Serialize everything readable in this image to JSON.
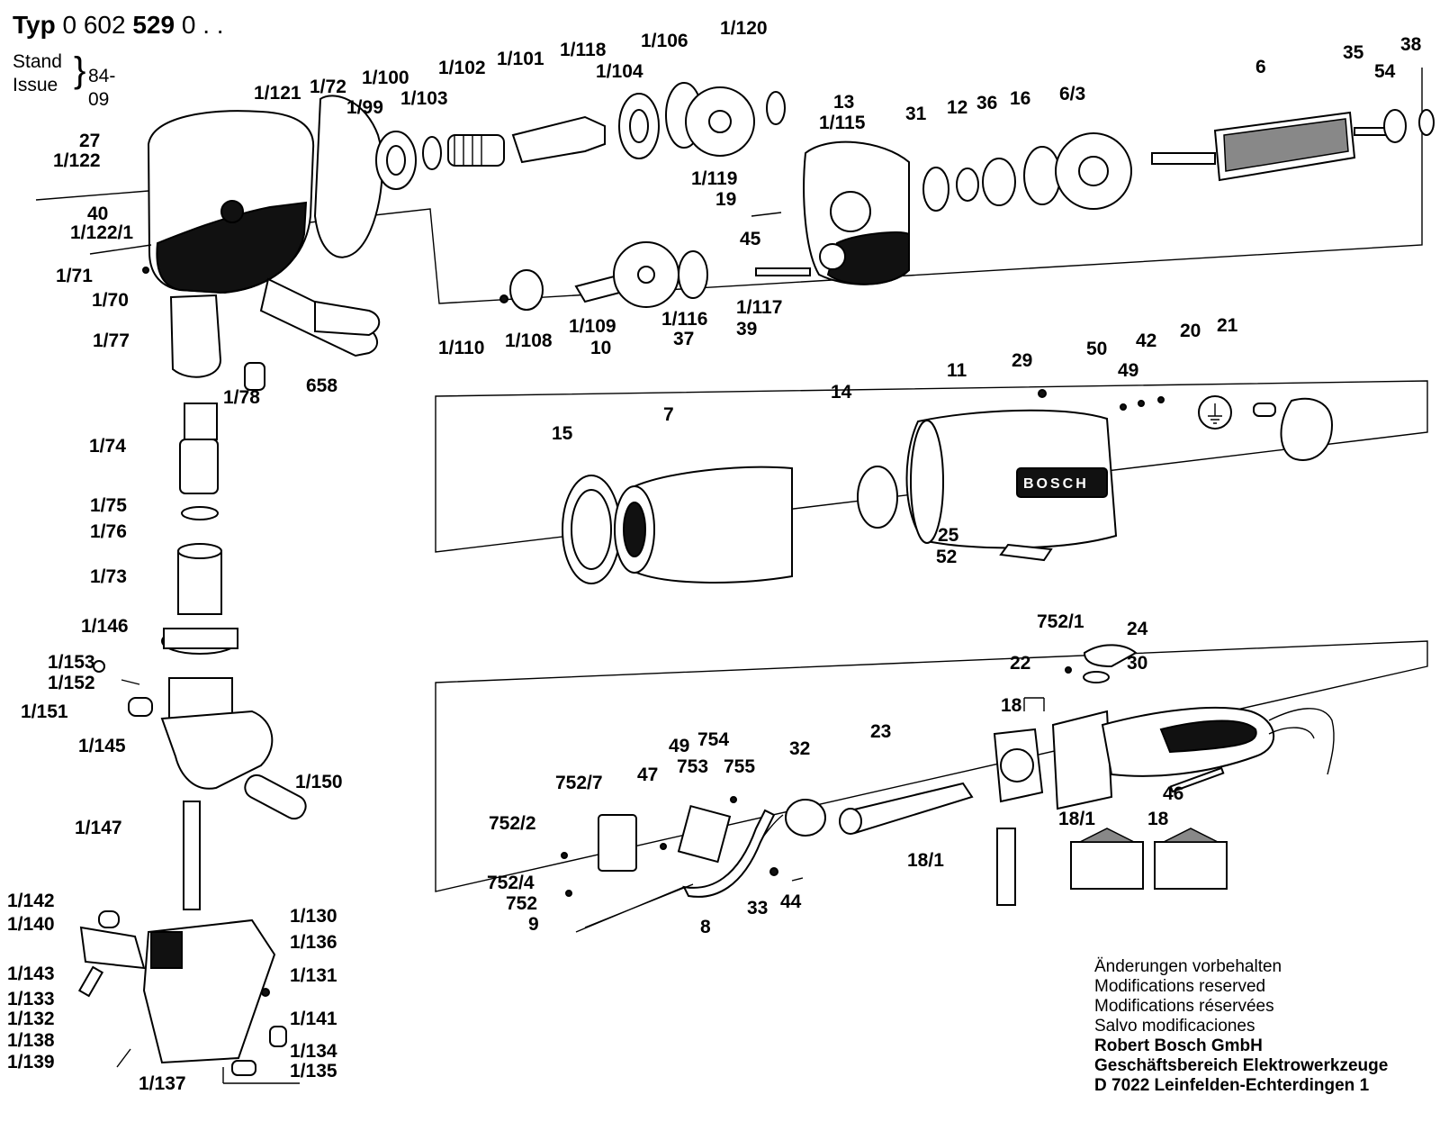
{
  "header": {
    "typ_label": "Typ",
    "typ_prefix": "0 602",
    "typ_bold": "529",
    "typ_suffix": "0 . .",
    "stand_label": "Stand",
    "issue_label": "Issue",
    "date": "84-09"
  },
  "brand_logo": "BOSCH",
  "labels": [
    "1/121",
    "1/72",
    "1/99",
    "1/100",
    "1/103",
    "1/102",
    "1/101",
    "1/118",
    "1/104",
    "1/106",
    "1/120",
    "1/119",
    "19",
    "13",
    "1/115",
    "31",
    "12",
    "36",
    "16",
    "6/3",
    "6",
    "35",
    "54",
    "38",
    "27",
    "1/122",
    "40",
    "1/122/1",
    "1/71",
    "1/70",
    "1/77",
    "1/78",
    "658",
    "45",
    "1/117",
    "39",
    "1/110",
    "1/108",
    "1/109",
    "10",
    "1/116",
    "37",
    "1/74",
    "1/75",
    "1/76",
    "1/73",
    "1/146",
    "1/153",
    "1/152",
    "1/151",
    "1/145",
    "1/150",
    "1/147",
    "15",
    "7",
    "14",
    "11",
    "29",
    "50",
    "49",
    "42",
    "20",
    "21",
    "25",
    "52",
    "752/1",
    "24",
    "30",
    "22",
    "18",
    "23",
    "32",
    "754",
    "755",
    "753",
    "49",
    "47",
    "752/7",
    "752/2",
    "752/4",
    "752",
    "9",
    "8",
    "33",
    "44",
    "46",
    "18/1",
    "18",
    "18/1",
    "1/142",
    "1/140",
    "1/143",
    "1/133",
    "1/132",
    "1/138",
    "1/139",
    "1/137",
    "1/130",
    "1/136",
    "1/131",
    "1/141",
    "1/134",
    "1/135"
  ],
  "footer": {
    "lines": [
      "Änderungen vorbehalten",
      "Modifications reserved",
      "Modifications réservées",
      "Salvo modificaciones"
    ],
    "company_lines": [
      "Robert Bosch GmbH",
      "Geschäftsbereich Elektrowerkzeuge",
      "D 7022 Leinfelden-Echterdingen 1"
    ]
  }
}
